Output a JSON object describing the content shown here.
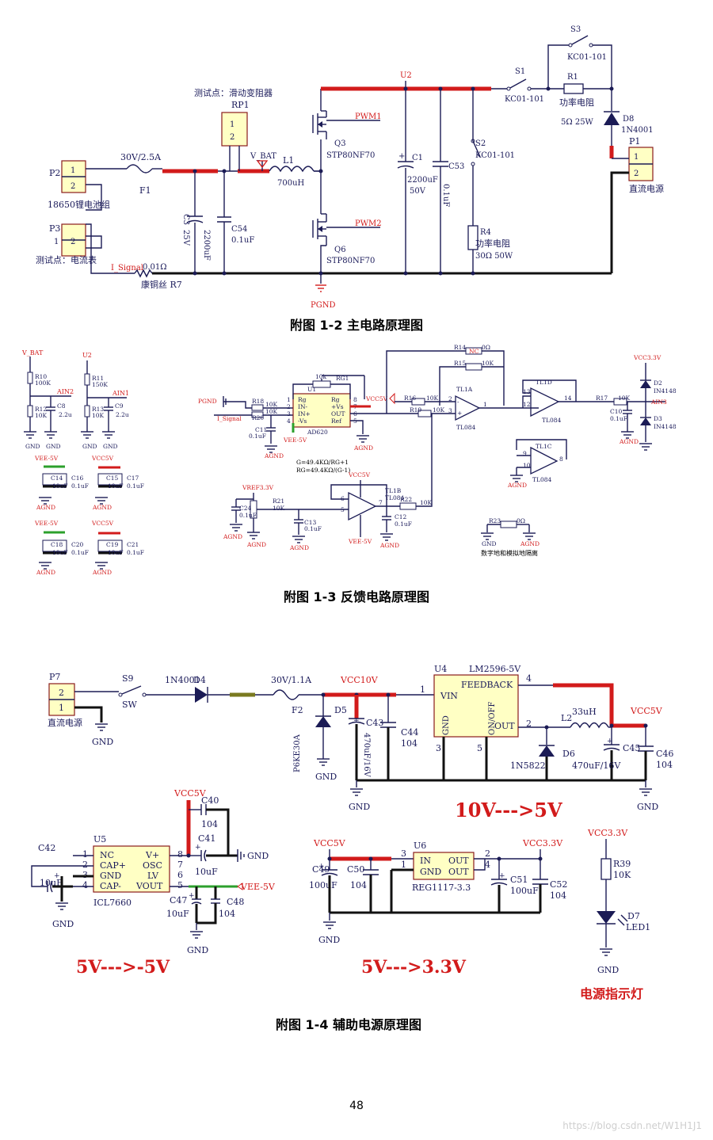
{
  "diagram1": {
    "caption": "附图 1-2  主电路原理图",
    "labels": {
      "rp_note": "测试点：滑动变阻器",
      "rp": "RP1",
      "rp_pins": [
        "2",
        "1"
      ],
      "u2": "U2",
      "s3": "S3",
      "s3_part": "KC01-101",
      "s1": "S1",
      "s1_part": "KC01-101",
      "r1": "R1",
      "r1_type": "功率电阻",
      "r1_val": "5Ω 25W",
      "d8": "D8",
      "d8_part": "1N4001",
      "p1": "P1",
      "p1_name": "直流电源",
      "p1_pins": [
        "1",
        "2"
      ],
      "p2": "P2",
      "p2_pins": [
        "1",
        "2"
      ],
      "p2_name": "18650锂电池组",
      "p3": "P3",
      "p3_pins": [
        "1",
        "2"
      ],
      "p3_note": "测试点：电流表",
      "fuse": "30V/2.5A",
      "f1": "F1",
      "vbat": "V_BAT",
      "l1": "L1",
      "l1_val": "700uH",
      "q3": "Q3",
      "q3_part": "STP80NF70",
      "q6": "Q6",
      "q6_part": "STP80NF70",
      "pwm1": "PWM1",
      "pwm2": "PWM2",
      "c1": "C1",
      "c1_val": "2200uF",
      "c1_v": "50V",
      "c53": "C53",
      "c53_val": "0.1uF",
      "s2": "S2",
      "s2_part": "KC01-101",
      "r4": "R4",
      "r4_type": "功率电阻",
      "r4_val": "30Ω 50W",
      "c3": "C3",
      "c3_v": "25V",
      "c3_val": "2200uF",
      "c54": "C54",
      "c54_val": "0.1uF",
      "isignal": "I_Signal",
      "r7_val": "0.01Ω",
      "r7": "康铜丝 R7",
      "pgnd": "PGND"
    }
  },
  "diagram2": {
    "caption": "附图 1-3  反馈电路原理图",
    "labels": {
      "vbat": "V_BAT",
      "u2": "U2",
      "r10": "R10",
      "r10_val": "100K",
      "r12": "R12",
      "r12_val": "10K",
      "c8": "C8",
      "c8_val": "2.2u",
      "ain2": "AIN2",
      "r11": "R11",
      "r11_val": "150K",
      "r13": "R13",
      "r13_val": "10K",
      "c9": "C9",
      "c9_val": "2.2u",
      "ain1": "AIN1",
      "gnd": "GND",
      "vee5": "VEE-5V",
      "vcc5": "VCC5V",
      "agnd": "AGND",
      "c14": "C14",
      "c15": "C15",
      "c16": "C16",
      "c17": "C17",
      "c18": "C18",
      "c19": "C19",
      "c20": "C20",
      "c21": "C21",
      "v10uf": "10uF",
      "v01uf": "0.1uF",
      "pgnd": "PGND",
      "isignal": "I_Signal",
      "r18": "R18",
      "r20": "R20",
      "v10k": "10K",
      "c11": "C11",
      "u1": "U1",
      "rg1": "RG1",
      "rg_val": "10k",
      "u1_pins": [
        "Rg",
        "IN-",
        "IN+",
        "-Vs",
        "Rg",
        "+Vs",
        "OUT",
        "Ref"
      ],
      "u1_nums": [
        "1",
        "2",
        "3",
        "4",
        "8",
        "7",
        "6",
        "5"
      ],
      "u1_part": "AD620",
      "formula1": "G=49.4KΩ/RG+1",
      "formula2": "RG=49.4KΩ/(G-1)",
      "r14": "R14",
      "r14_val": "0Ω",
      "nc": "NC",
      "r15": "R15",
      "r16": "R16",
      "r19": "R19",
      "tl1a": "TL1A",
      "tl084": "TL084",
      "tl1d": "TL1D",
      "tl1c": "TL1C",
      "tl1b": "TL1B",
      "r17": "R17",
      "c10": "C10",
      "vcc33": "VCC3.3V",
      "d2": "D2",
      "d3": "D3",
      "in4148": "IN4148",
      "ain3": "AIN3",
      "vref": "VREF3.3V",
      "c24": "C24",
      "r21": "R21",
      "c13": "C13",
      "r22": "R22",
      "c12": "C12",
      "r23": "R23",
      "r23_val": "0Ω",
      "iso_note": "数字地和模拟地隔离",
      "pin_nums": [
        "1",
        "2",
        "3",
        "4",
        "5",
        "6",
        "7",
        "8",
        "9",
        "10",
        "11",
        "12",
        "13",
        "14"
      ]
    }
  },
  "diagram3": {
    "caption": "附图 1-4  辅助电源原理图",
    "labels": {
      "p7": "P7",
      "p7_pins": [
        "2",
        "1"
      ],
      "p7_name": "直流电源",
      "s9": "S9",
      "sw": "SW",
      "d4": "D4",
      "d4_part": "1N4001",
      "fuse": "30V/1.1A",
      "f2": "F2",
      "vcc10": "VCC10V",
      "d5": "D5",
      "d5_part": "P6KE30A",
      "c43": "C43",
      "c43_val": "470uF/16V",
      "c44": "C44",
      "c44_val": "104",
      "u4": "U4",
      "u4_part": "LM2596-5V",
      "u4_pins": [
        "VIN",
        "FEEDBACK",
        "GND",
        "ON/OFF",
        "OUT"
      ],
      "u4_nums": [
        "1",
        "4",
        "3",
        "5",
        "2"
      ],
      "l2": "L2",
      "l2_val": "33uH",
      "d6": "D6",
      "d6_part": "1N5822",
      "vcc5": "VCC5V",
      "c45": "C45",
      "c45_val": "470uF/16V",
      "c46": "C46",
      "c46_val": "104",
      "gnd": "GND",
      "big1": "10V--->5V",
      "u5": "U5",
      "u5_pins_l": [
        "NC",
        "CAP+",
        "GND",
        "CAP-"
      ],
      "u5_pins_r": [
        "V+",
        "OSC",
        "LV",
        "VOUT"
      ],
      "u5_nums_l": [
        "1",
        "2",
        "3",
        "4"
      ],
      "u5_nums_r": [
        "8",
        "7",
        "6",
        "5"
      ],
      "u5_part": "ICL7660",
      "c40": "C40",
      "c41": "C41",
      "c42": "C42",
      "c47": "C47",
      "c48": "C48",
      "v104": "104",
      "v10uf": "10uF",
      "vee5": "VEE-5V",
      "big2": "5V--->-5V",
      "c49": "C49",
      "c49_val": "100uF",
      "c50": "C50",
      "u6": "U6",
      "u6_pins": [
        "IN",
        "OUT",
        "GND",
        "OUT"
      ],
      "u6_nums": [
        "3",
        "2",
        "1",
        "4"
      ],
      "u6_part": "REG1117-3.3",
      "vcc33": "VCC3.3V",
      "c51": "C51",
      "c51_val": "100uF",
      "c52": "C52",
      "big3": "5V--->3.3V",
      "r39": "R39",
      "r39_val": "10K",
      "d7": "D7",
      "d7_part": "LED1",
      "led_note": "电源指示灯"
    }
  },
  "page_number": "48",
  "watermark": "https://blog.csdn.net/W1H1J1",
  "colors": {
    "wire": "#1b1b55",
    "highlight": "#d21b1b",
    "green": "#2ca02c",
    "part_fill": "#ffffc4",
    "text": "#1a1a5a"
  }
}
